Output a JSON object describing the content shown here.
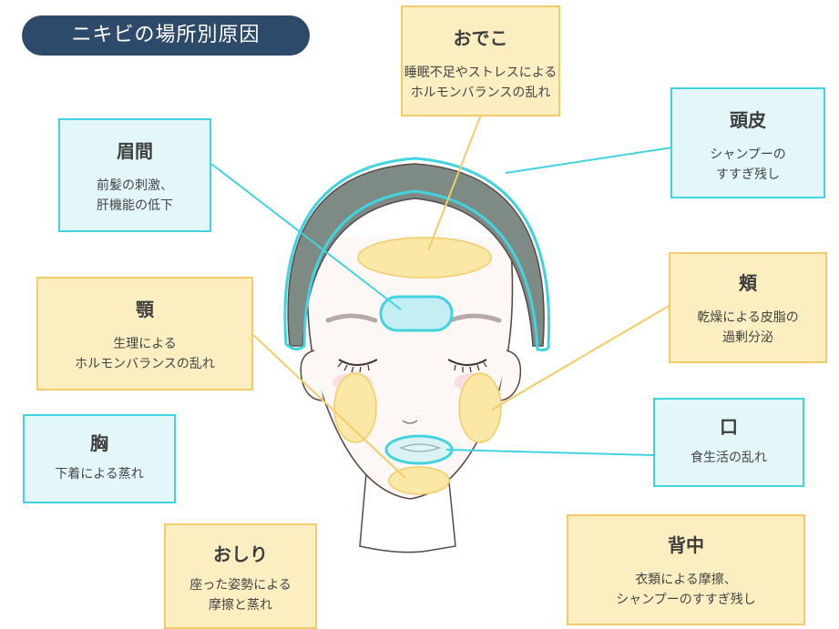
{
  "title": "ニキビの場所別原因",
  "colors": {
    "pill": "#2e4a6b",
    "yellow_fill": "#fbeec1",
    "yellow_border": "#f3cc67",
    "blue_fill": "#e3f7fb",
    "blue_border": "#42d3e0"
  },
  "boxes": {
    "odeko": {
      "heading": "おでこ",
      "desc": "睡眠不足やストレスによる\nホルモンバランスの乱れ"
    },
    "touhi": {
      "heading": "頭皮",
      "desc": "シャンプーの\nすすぎ残し"
    },
    "mikken": {
      "heading": "眉間",
      "desc": "前髪の刺激、\n肝機能の低下"
    },
    "ago": {
      "heading": "顎",
      "desc": "生理による\nホルモンバランスの乱れ"
    },
    "hoho": {
      "heading": "頬",
      "desc": "乾燥による皮脂の\n過剰分泌"
    },
    "mune": {
      "heading": "胸",
      "desc": "下着による蒸れ"
    },
    "kuchi": {
      "heading": "口",
      "desc": "食生活の乱れ"
    },
    "oshiri": {
      "heading": "おしり",
      "desc": "座った姿勢による\n摩擦と蒸れ"
    },
    "senaka": {
      "heading": "背中",
      "desc": "衣類による摩擦、\nシャンプーのすすぎ残し"
    }
  }
}
